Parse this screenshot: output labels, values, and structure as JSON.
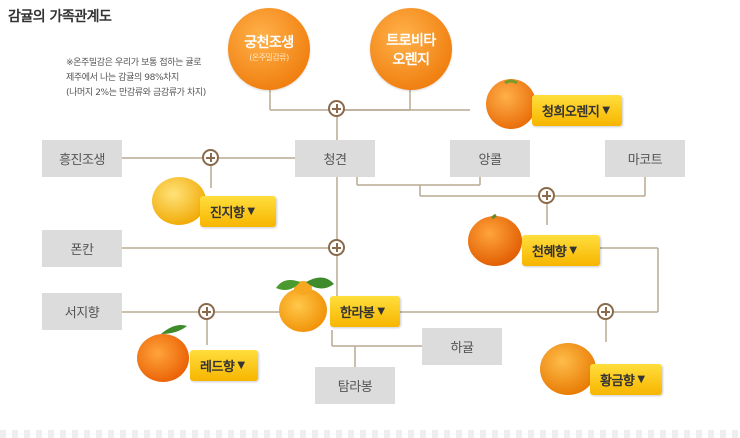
{
  "title": "감귤의 가족관계도",
  "note": {
    "line1": "※온주밀감은 우리가 보통 접하는 귤로",
    "line2": "제주에서 나는 감귤의 98%차지",
    "line3": "(나머지 2%는 만감류와 금감류가 차지)"
  },
  "parents": {
    "gungcheon": {
      "name": "궁천조생",
      "sub": "(온주밀감류)"
    },
    "trovita": {
      "line1": "트로비타",
      "line2": "오렌지"
    }
  },
  "varieties": {
    "heungjin": "흥진조생",
    "cheonggyeon": "청견",
    "angkol": "앙콜",
    "makot": "마코트",
    "ponkan": "폰칸",
    "seojihyang": "서지향",
    "hagyul": "하귤",
    "tarabong": "탐라봉"
  },
  "products": {
    "cheonghee": "청희오렌지",
    "jinji": "진지향",
    "cheonhye": "천혜향",
    "hallabong": "한라봉",
    "red": "레드향",
    "hwanggeum": "황금향"
  },
  "triangle": "▼",
  "colors": {
    "accent": "#f07f10",
    "label": "#f7b500",
    "box": "#dcdcdc",
    "line": "#b8a890"
  }
}
